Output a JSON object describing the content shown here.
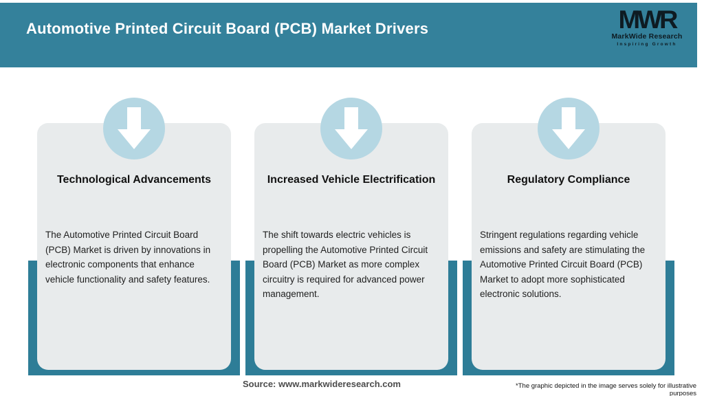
{
  "header": {
    "title": "Automotive Printed Circuit Board (PCB) Market Drivers",
    "logo": {
      "monogram": "MWR",
      "name": "MarkWide Research",
      "tagline": "Inspiring Growth"
    }
  },
  "cards": [
    {
      "icon": "down-arrow",
      "title": "Technological Advancements",
      "description": "The Automotive Printed Circuit Board (PCB) Market is driven by innovations in electronic components that enhance vehicle functionality and safety features."
    },
    {
      "icon": "down-arrow",
      "title": "Increased Vehicle Electrification",
      "description": "The shift towards electric vehicles is propelling the Automotive Printed Circuit Board (PCB) Market as more complex circuitry is required for advanced power management."
    },
    {
      "icon": "down-arrow",
      "title": "Regulatory Compliance",
      "description": "Stringent regulations regarding vehicle emissions and safety are stimulating the Automotive Printed Circuit Board (PCB) Market to adopt more sophisticated electronic solutions."
    }
  ],
  "footer": {
    "source": "Source: www.markwideresearch.com",
    "disclaimer": "*The graphic depicted in the image serves solely for illustrative purposes"
  },
  "colors": {
    "header_teal": "#34819B",
    "band_teal": "#2E7D97",
    "circle_blue": "#B5D7E3",
    "card_gray": "#E8EBEC",
    "arrow_white": "#FFFFFF"
  }
}
